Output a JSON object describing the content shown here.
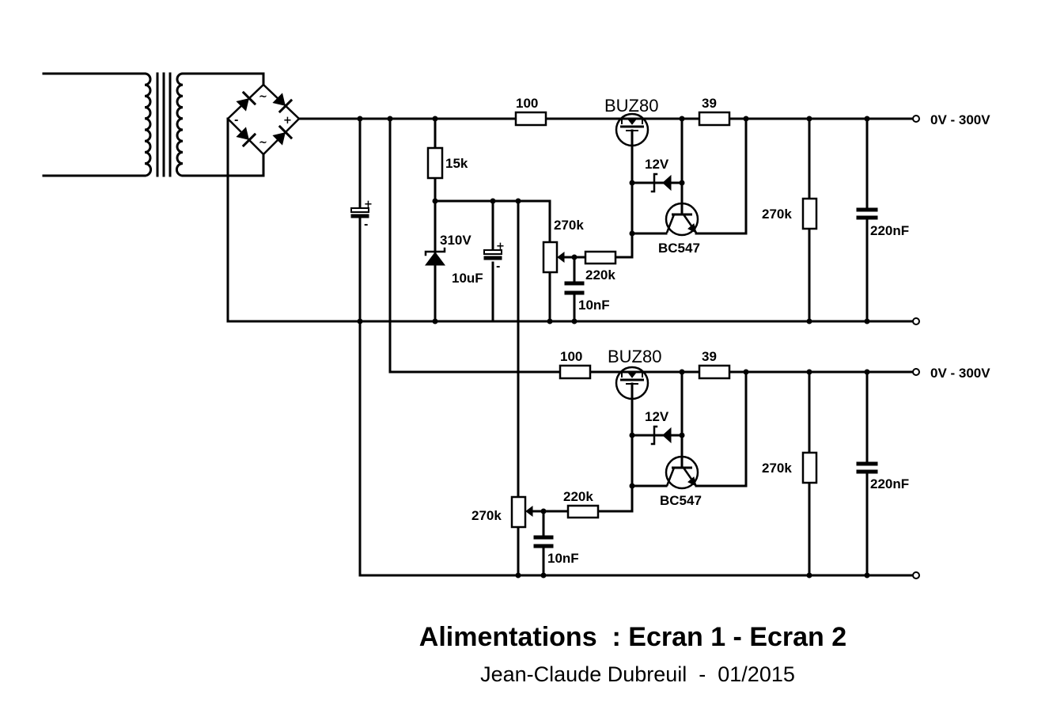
{
  "diagram": {
    "type": "electronic-schematic",
    "title": "Alimentations  : Ecran 1 - Ecran 2",
    "author_line": "Jean-Claude Dubreuil  -  01/2015",
    "transformer": {
      "name": "transformer"
    },
    "bridge_rectifier": {
      "plus": "+",
      "minus": "-",
      "ac1": "~",
      "ac2": "~"
    },
    "input_capacitor": {
      "plus": "+",
      "minus": "-"
    },
    "reference": {
      "resistor": "15k",
      "zener": "310V",
      "capacitor": "10uF",
      "cap_plus": "+",
      "cap_minus": "-"
    },
    "channels": [
      {
        "name": "Ecran 1",
        "gate_resistor": "100",
        "mosfet": "BUZ80",
        "sense_resistor": "39",
        "zener": "12V",
        "transistor": "BC547",
        "pot": "270k",
        "feedback_resistor": "220k",
        "filter_cap": "10nF",
        "load_resistor": "270k",
        "output_cap": "220nF",
        "output_label": "0V - 300V"
      },
      {
        "name": "Ecran 2",
        "gate_resistor": "100",
        "mosfet": "BUZ80",
        "sense_resistor": "39",
        "zener": "12V",
        "transistor": "BC547",
        "pot": "270k",
        "feedback_resistor": "220k",
        "filter_cap": "10nF",
        "load_resistor": "270k",
        "output_cap": "220nF",
        "output_label": "0V - 300V"
      }
    ]
  }
}
